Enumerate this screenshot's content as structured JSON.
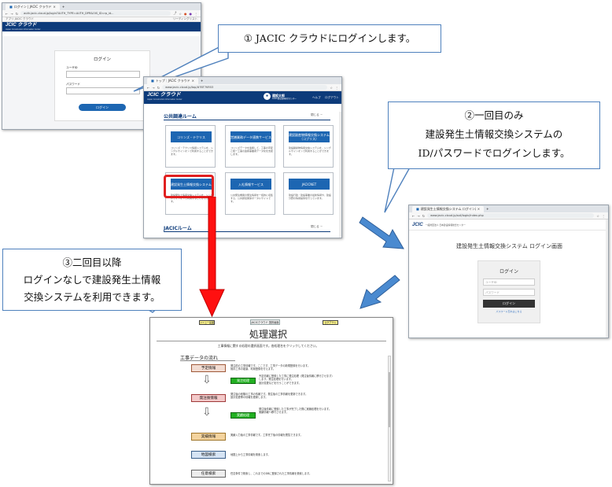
{
  "callouts": {
    "step1": "① JACIC クラウドにログインします。",
    "step2_lines": [
      "②一回目のみ",
      "建設発生土情報交換システムの",
      "ID/パスワードでログインします。"
    ],
    "step3_lines": [
      "③二回目以降",
      "ログインなしで建設発生土情報",
      "交換システムを利用できます。"
    ]
  },
  "login_window": {
    "tab_title": "ログイン | JACIC クラウド",
    "url": "auth.jacic-cloud.jp/login?AUTH_TYPE=AUTH_DPR&OIS_ID=rp_id...",
    "bookmarks": "アプリ  JACIC クラウド",
    "bookmarks_right": "リーディングリスト",
    "header_logo": "JCIC クラウド",
    "header_sub": "Japan Construction Information Center",
    "form_title": "ログイン",
    "user_label": "ユーザID",
    "password_label": "パスワード",
    "login_button": "ログイン"
  },
  "portal_window": {
    "tab_title": "トップ｜JACIC クラウド",
    "url": "www.jacic-cloud.jp/top/#?BT7KR53",
    "header_logo": "JCIC クラウド",
    "header_sub": "Japan Construction Information Center",
    "user_name": "建設太郎",
    "user_org": "JACIC建設業務研究センター",
    "help": "ヘルプ",
    "logout": "ログアウト",
    "section_title": "公共調達ルーム",
    "section_toggle": "閉じる",
    "cards": [
      {
        "label": "コリンズ・テクリス",
        "desc": "コリンズ・テクリス情報システムを、シングルサインオンで利用することができます。"
      },
      {
        "label": "営繕業務データ連携サービス",
        "desc": "コリンズデータを連携して、工事の手配と統一工事の連携事業者データ化を支援します。"
      },
      {
        "label": "建設副産物情報交換システム（コブリス）",
        "desc": "建設副産物情報交換システムを、シングルサインオンで利用することができます。"
      },
      {
        "label": "建設発生土情報交換システム",
        "desc": "建設発生土情報交換システムを、シングルサインオンで利用することができます。"
      },
      {
        "label": "入札情報サービス",
        "desc": "公共発注機関の発注情報を一括的に収集する、公共調達関係ポータルサイトです。"
      },
      {
        "label": "JACICNET",
        "desc": "建設行政・建設事業の最新情報や、建設分野の情報提供を行っています。"
      }
    ],
    "section2_title": "JACICルーム",
    "section2_toggle": "閉じる"
  },
  "soil_login_window": {
    "tab_title": "建設発生土情報交換システム ログイン画面",
    "url": "www.jacic-cloud.jp/soil/login/index.php",
    "header_logo": "JCIC",
    "header_sub": "一般財団法人 日本建設情報総合センター",
    "page_title": "建設発生土情報交換システム ログイン画面",
    "form_title": "ログイン",
    "user_placeholder": "ユーザID",
    "password_placeholder": "パスワード",
    "login_button": "ログイン",
    "forgot": "パスワード忘れはこちら"
  },
  "process_window": {
    "top_left_btn": "メニュー画面",
    "top_center_btn": "JACICクラウド 選択画面",
    "top_right_btn": "ログアウト",
    "title": "処理選択",
    "subtitle": "工事情報に関する処理の選択画面です。各処理名をクリックしてください。",
    "flow_title": "工事データの流れ",
    "boxes": {
      "plan": "予定情報",
      "order": "発注後情報",
      "actual": "実績情報",
      "area_search": "地図検索",
      "any_search": "任意検索",
      "order_proc": "発注処理",
      "actual_proc": "実績処理"
    },
    "descs": {
      "plan": "発注前の工事情報です。ここです、工事データの新規登録を行います。\n既存工事の複製、利用登録を行えます。",
      "order_proc": "予定情報に登録した工事に発注処理（発注後情報に移行させます）\nします。発注処理を行います。\n設計変更などを行うことができます。",
      "order": "発注後の段階の工事の情報です。発注後の工事情報を更新できます。\n設計変更等の情報を更新します。",
      "actual_proc": "発注後情報に登録した工事が完了した際に実績処理を行います。\n実績情報へ移行させます。",
      "actual": "実績入力後の工事情報です。工事完了後の情報を閲覧できます。",
      "area_search": "地図上から工事情報を検索します。",
      "any_search": "任意条件で検索し、これまでのDBに登録された工事情報を検索します。"
    }
  }
}
